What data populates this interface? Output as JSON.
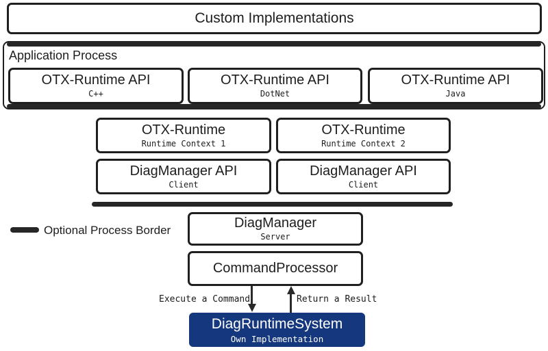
{
  "colors": {
    "ink": "#1f1f1f",
    "accent_blue": "#14377d",
    "bar": "#262626",
    "white": "#ffffff"
  },
  "custom_implementations": {
    "title": "Custom Implementations"
  },
  "application_process": {
    "label": "Application Process",
    "api_boxes": [
      {
        "title": "OTX-Runtime API",
        "subtitle": "C++"
      },
      {
        "title": "OTX-Runtime API",
        "subtitle": "DotNet"
      },
      {
        "title": "OTX-Runtime API",
        "subtitle": "Java"
      }
    ]
  },
  "runtime_boxes": [
    {
      "title": "OTX-Runtime",
      "subtitle": "Runtime Context 1"
    },
    {
      "title": "OTX-Runtime",
      "subtitle": "Runtime Context 2"
    }
  ],
  "diagmanager_api_boxes": [
    {
      "title": "DiagManager API",
      "subtitle": "Client"
    },
    {
      "title": "DiagManager API",
      "subtitle": "Client"
    }
  ],
  "legend": {
    "label": "Optional Process Border"
  },
  "diagmanager": {
    "title": "DiagManager",
    "subtitle": "Server"
  },
  "command_processor": {
    "title": "CommandProcessor"
  },
  "flow": {
    "execute_label": "Execute a Command",
    "return_label": "Return a Result"
  },
  "diag_runtime_system": {
    "title": "DiagRuntimeSystem",
    "subtitle": "Own Implementation"
  }
}
